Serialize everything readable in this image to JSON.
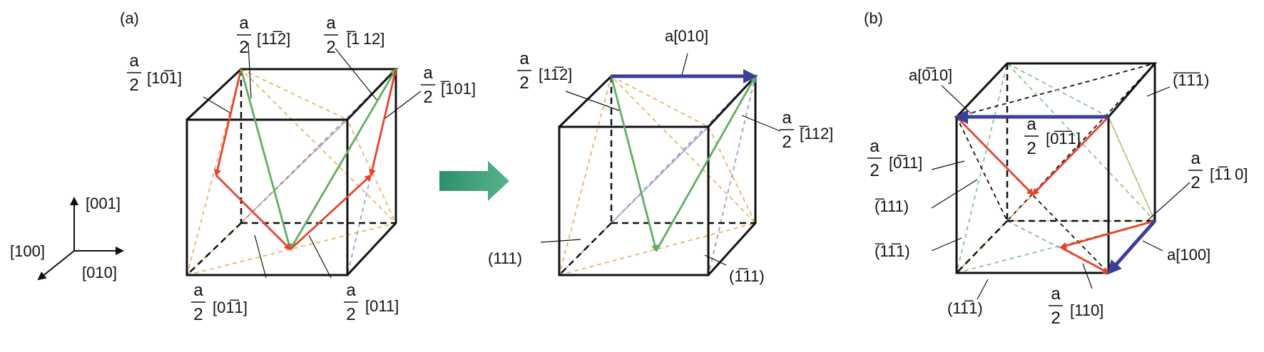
{
  "figure": {
    "panel_a": "(a)",
    "panel_b": "(b)",
    "axes": {
      "z": "[001]",
      "x": "[100]",
      "y": "[010]"
    },
    "frac_num": "a",
    "frac_den": "2",
    "colors": {
      "partial": "#e8432a",
      "partial_green": "#5fae62",
      "full": "#3b3f9a",
      "plane_orange": "#e8b46a",
      "plane_blue": "#9aa0c8",
      "plane_green": "#8cc48c"
    },
    "cube1": {
      "labels": {
        "a_10m1": "[10̅1]",
        "a_11m2": "[11̅2]",
        "a_m112": "[̅1 12]",
        "a_m101": "[̅101]",
        "a_01m1": "[01̅1]",
        "a_011": "[011]"
      }
    },
    "cube2": {
      "labels": {
        "full_010": "a[010]",
        "a_11m2": "[11̅2]",
        "a_m112": "[̅112]",
        "p111": "(111)",
        "p1m11": "(1̅11)"
      }
    },
    "cube3": {
      "labels": {
        "full_0m10": "a[0̅10]",
        "p_m1m1m1": "(̅1̅1̅1)",
        "a_0m1m1": "[0̅1̅1]",
        "a_0m11": "[0̅11]",
        "a_1m10": "[1̅1 0]",
        "p_m111": "(̅111)",
        "p_m11m1": "(̅11̅1)",
        "full_100": "a[100]",
        "p_11m1": "(11̅1)",
        "a_110": "[110]"
      }
    }
  }
}
